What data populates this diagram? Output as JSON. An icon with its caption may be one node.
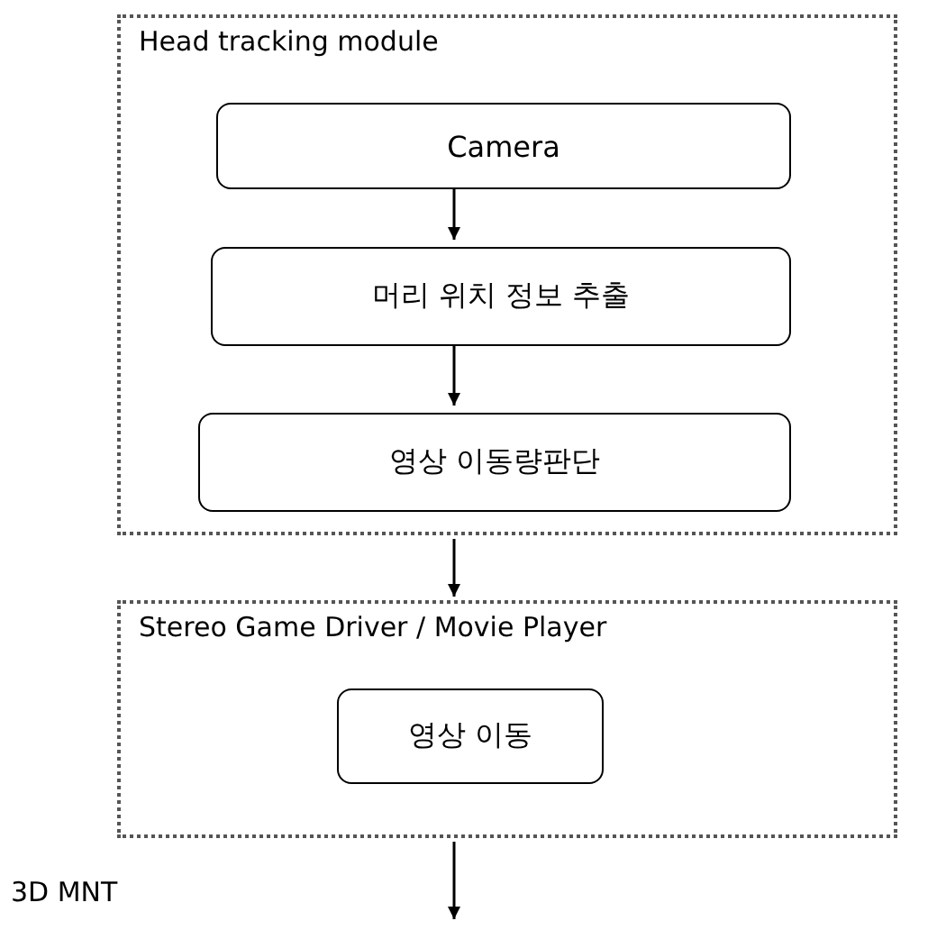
{
  "diagram": {
    "nodes": [
      {
        "text": [
          "Head tracking module"
        ]
      },
      {
        "text": [
          "Camera"
        ],
        "in": 0
      },
      {
        "text": [
          "머리 위치 정보 추출"
        ],
        "in": 0
      },
      {
        "text": [
          "영상 이동량판단"
        ],
        "in": 0
      },
      {
        "text": [
          "Stereo Game Driver / Movie Player"
        ]
      },
      {
        "text": [
          "영상 이동"
        ],
        "in": 4
      }
    ],
    "edges": [
      {
        "from": 1,
        "to": 2,
        "arrow": "to"
      },
      {
        "from": 2,
        "to": 3,
        "arrow": "to"
      },
      {
        "from": 0,
        "to": 4,
        "arrow": "to"
      },
      {
        "from": 4,
        "to": null,
        "arrow": "to"
      }
    ],
    "labels": [
      "3D MNT"
    ]
  }
}
